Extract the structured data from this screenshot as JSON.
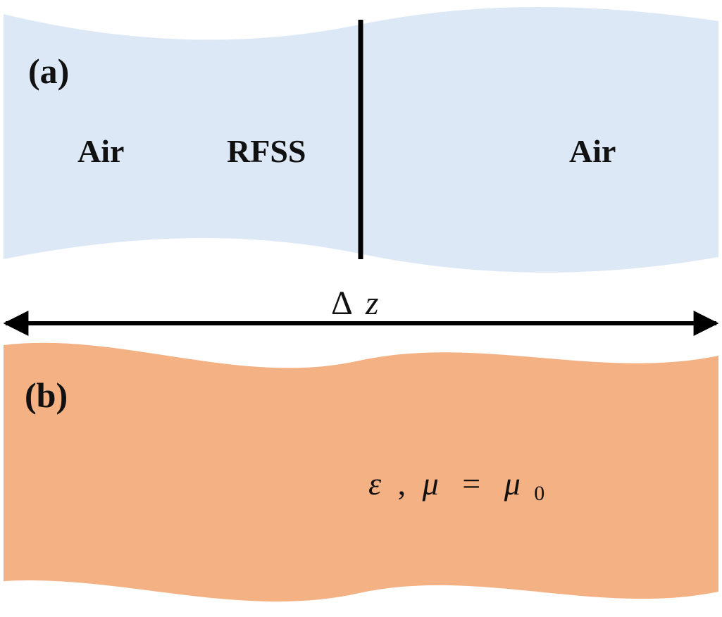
{
  "panel_a": {
    "tag": "(a)",
    "region_left_label": "Air",
    "sheet_label": "RFSS",
    "region_right_label": "Air",
    "fill_color": "#dde8f6"
  },
  "dimension": {
    "delta_symbol": "Δ",
    "variable": "z",
    "line_color": "#000000"
  },
  "panel_b": {
    "tag": "(b)",
    "eps": "ε",
    "comma": ",",
    "mu": "μ",
    "equals": "=",
    "mu0": "μ",
    "mu0_subscript": "0",
    "fill_color": "#f4b183"
  }
}
